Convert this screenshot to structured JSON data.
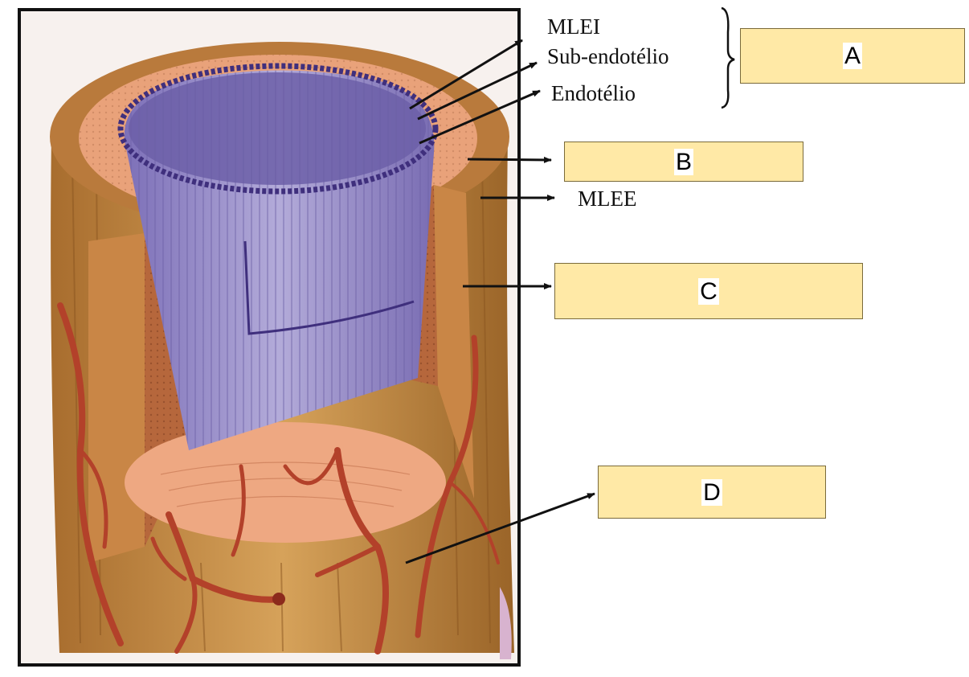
{
  "labels": {
    "mlei": "MLEI",
    "sub_endotelio": "Sub-endotélio",
    "endotelio": "Endotélio",
    "mlee": "MLEE"
  },
  "answer_boxes": {
    "a": "A",
    "b": "B",
    "c": "C",
    "d": "D"
  },
  "colors": {
    "answer_box_fill": "#ffe9a6",
    "intima_purple": "#8e82c4",
    "media_orange": "#e8a37a",
    "adventitia_tan": "#c08a45",
    "vasa_vasorum": "#b3412a"
  }
}
